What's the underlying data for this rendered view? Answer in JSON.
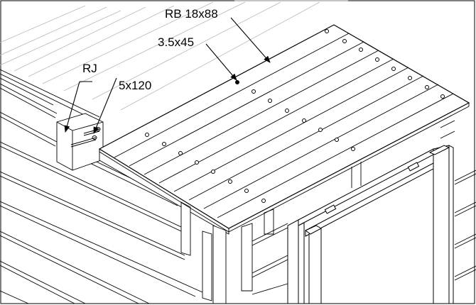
{
  "labels": {
    "rafter_board": "RB 18x88",
    "screw": "3.5x45",
    "rafter_joint": "RJ",
    "bolt": "5x120"
  }
}
